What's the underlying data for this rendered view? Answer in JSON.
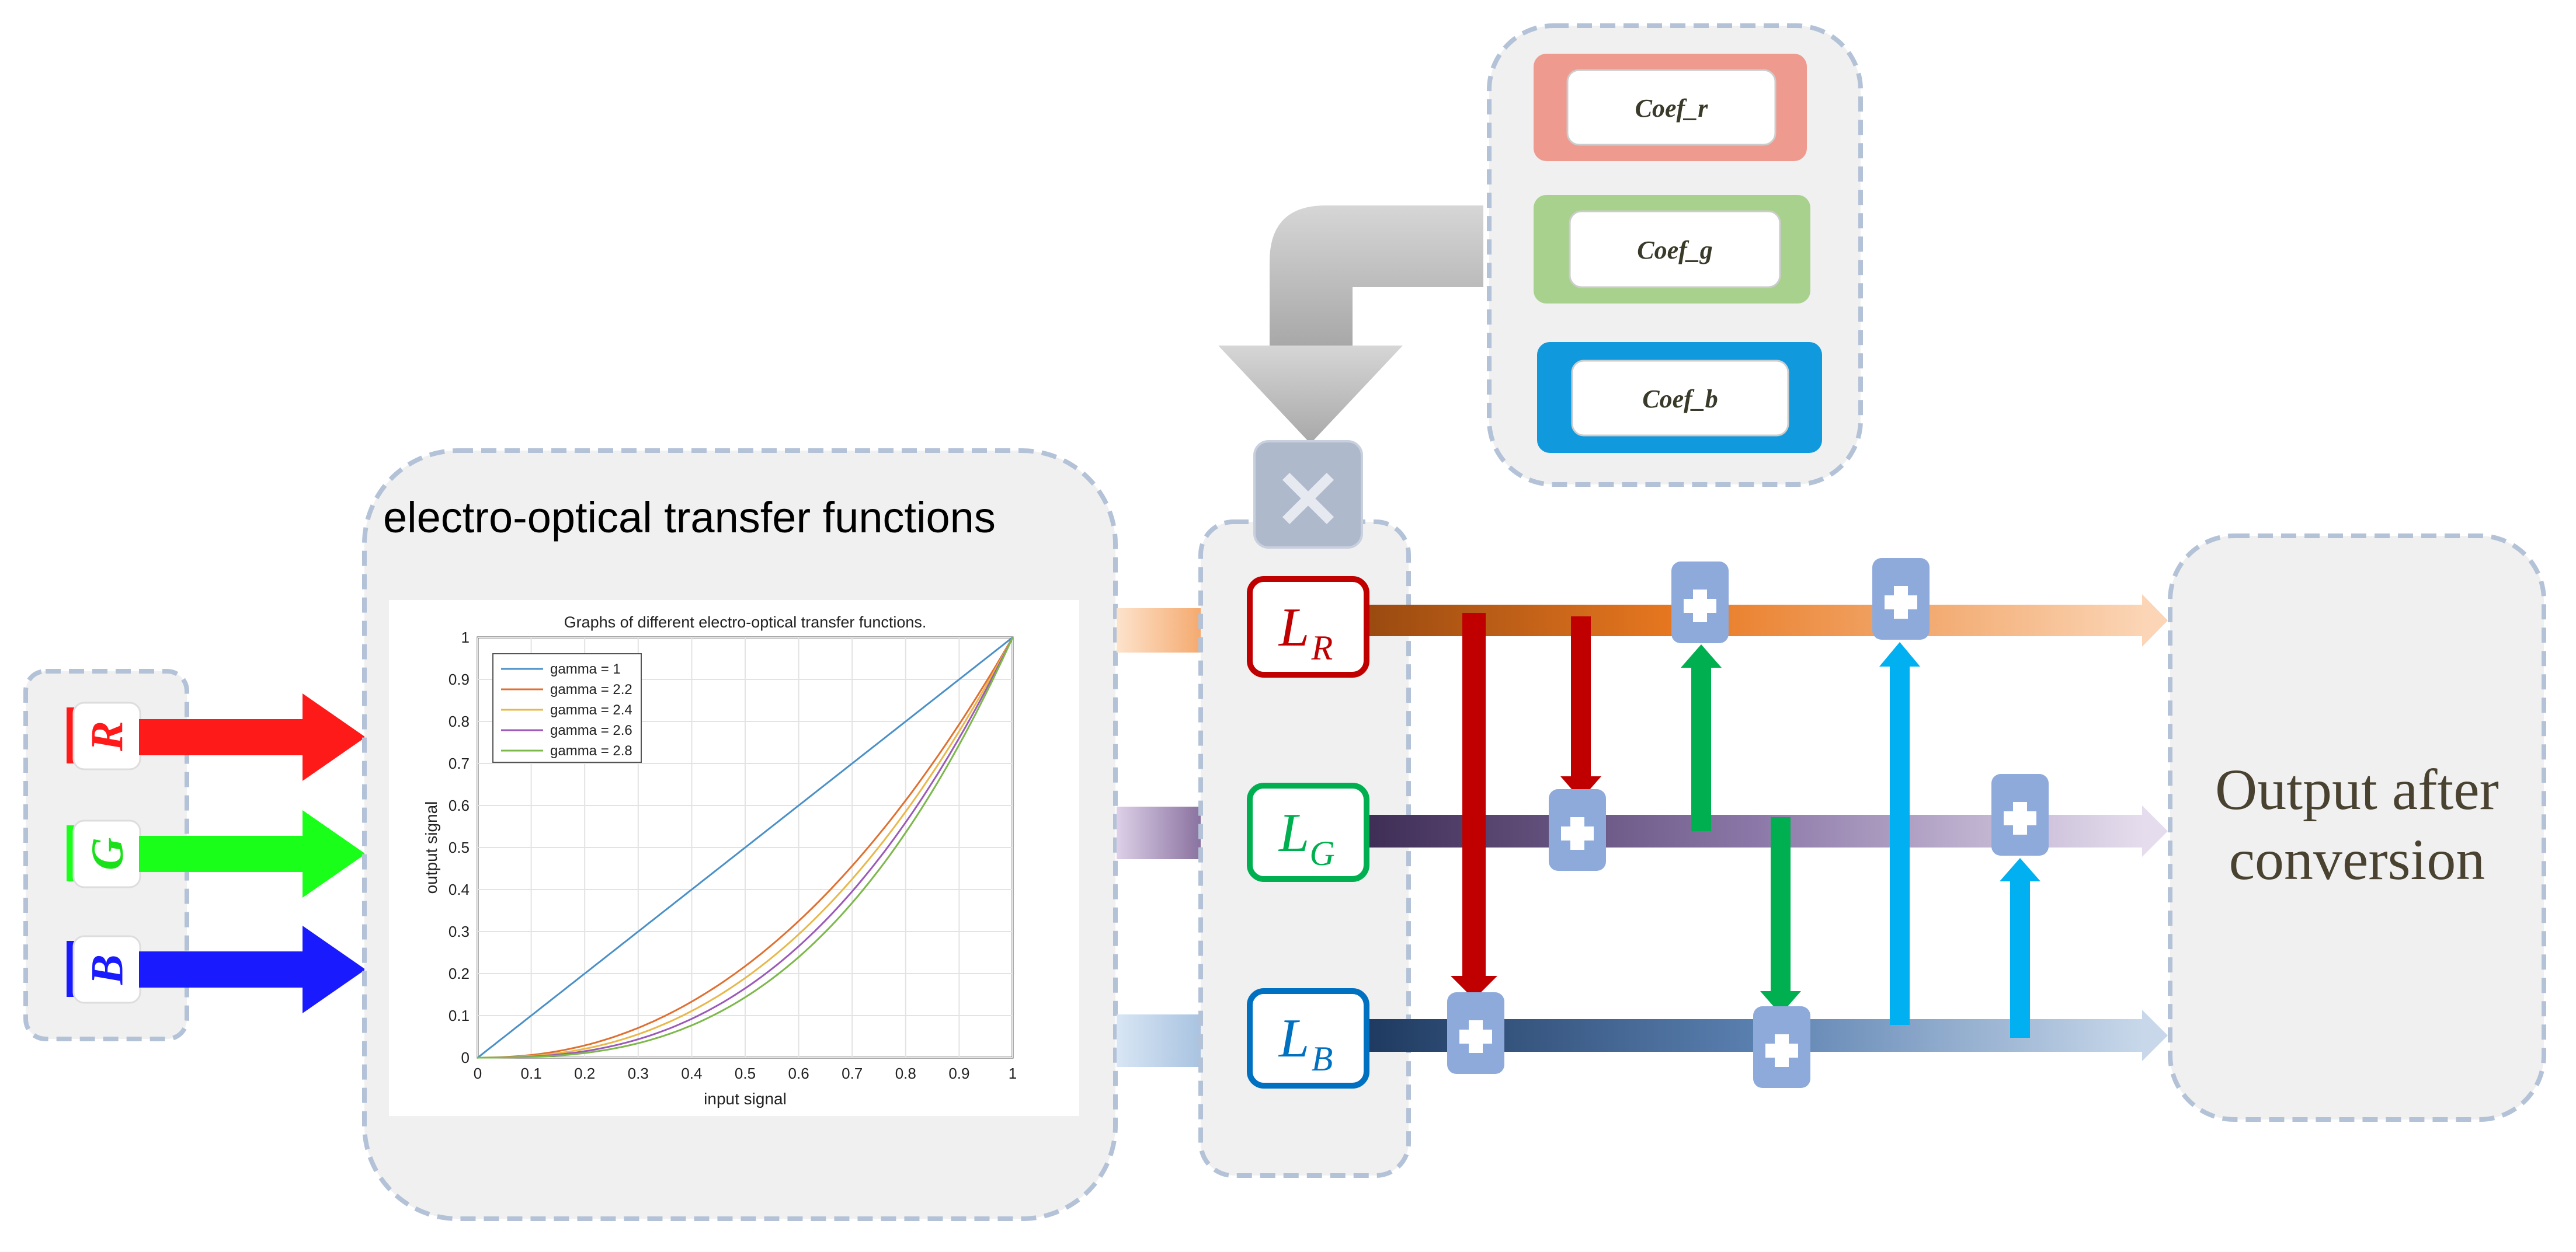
{
  "input_panel": {
    "channels": [
      {
        "letter": "R",
        "color": "#ff1a1a"
      },
      {
        "letter": "G",
        "color": "#1aff1a"
      },
      {
        "letter": "B",
        "color": "#1a1aff"
      }
    ]
  },
  "eotf_panel": {
    "heading": "electro-optical transfer functions"
  },
  "coef_panel": {
    "items": [
      {
        "label": "Coef_r",
        "color": "#ee9a8f"
      },
      {
        "label": "Coef_g",
        "color": "#a9d18e"
      },
      {
        "label": "Coef_b",
        "color": "#1199dd"
      }
    ]
  },
  "luma_nodes": [
    {
      "base": "L",
      "sub": "R",
      "color": "#c00000"
    },
    {
      "base": "L",
      "sub": "G",
      "color": "#00b050"
    },
    {
      "base": "L",
      "sub": "B",
      "color": "#0070c0"
    }
  ],
  "multiply_symbol": "×",
  "output_panel": {
    "line1": "Output after",
    "line2": "conversion"
  },
  "chart_data": {
    "type": "line",
    "title": "Graphs of different electro-optical transfer functions.",
    "xlabel": "input signal",
    "ylabel": "output signal",
    "xlim": [
      0,
      1
    ],
    "ylim": [
      0,
      1
    ],
    "grid": true,
    "legend_position": "top-left",
    "x_ticks": [
      "0",
      "0.1",
      "0.2",
      "0.3",
      "0.4",
      "0.5",
      "0.6",
      "0.7",
      "0.8",
      "0.9",
      "1"
    ],
    "y_ticks": [
      "0",
      "0.1",
      "0.2",
      "0.3",
      "0.4",
      "0.5",
      "0.6",
      "0.7",
      "0.8",
      "0.9",
      "1"
    ],
    "series": [
      {
        "name": "gamma = 1",
        "gamma": 1,
        "color": "#4a90c8"
      },
      {
        "name": "gamma = 2.2",
        "gamma": 2.2,
        "color": "#e07030"
      },
      {
        "name": "gamma = 2.4",
        "gamma": 2.4,
        "color": "#e8b84a"
      },
      {
        "name": "gamma = 2.6",
        "gamma": 2.6,
        "color": "#9b5ab8"
      },
      {
        "name": "gamma = 2.8",
        "gamma": 2.8,
        "color": "#7cb84a"
      }
    ]
  }
}
